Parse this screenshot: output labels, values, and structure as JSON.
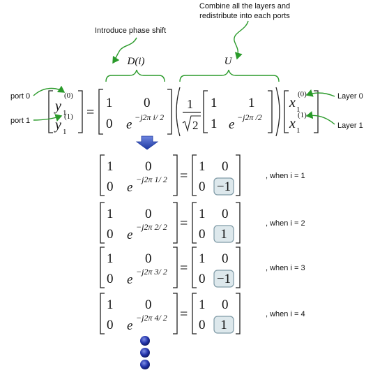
{
  "annotations": {
    "phase_shift": "Introduce phase shift",
    "combine_line1": "Combine all the layers and",
    "combine_line2": "redistribute into each ports",
    "port0": "port 0",
    "port1": "port 1",
    "layer0": "Layer 0",
    "layer1": "Layer 1"
  },
  "main_equation": {
    "D_label": "D(i)",
    "U_label": "U",
    "y_var": "y",
    "y_sub": "1",
    "y_sup0": "(0)",
    "y_sup1": "(1)",
    "x_var": "x",
    "x_sub": "1",
    "x_sup0": "(0)",
    "x_sup1": "(1)",
    "equals": "=",
    "one": "1",
    "zero": "0",
    "e": "e",
    "exp_D": "−j2π i/ 2",
    "exp_U": "−j2π /2",
    "frac_num": "1",
    "frac_den": "2"
  },
  "cases": [
    {
      "exponent": "−j2π 1/ 2",
      "value": "−1",
      "condition": ", when i = 1"
    },
    {
      "exponent": "−j2π 2/ 2",
      "value": "1",
      "condition": ", when i = 2"
    },
    {
      "exponent": "−j2π 3/ 2",
      "value": "−1",
      "condition": ", when i = 3"
    },
    {
      "exponent": "−j2π 4/ 2",
      "value": "1",
      "condition": ", when i = 4"
    }
  ],
  "colors": {
    "arrow_blue": "#2e4fb5",
    "annotation_green": "#2a9a2a",
    "highlight_fill": "#dde8ec",
    "highlight_stroke": "#7f9aa6",
    "dot_blue": "#2233aa"
  }
}
